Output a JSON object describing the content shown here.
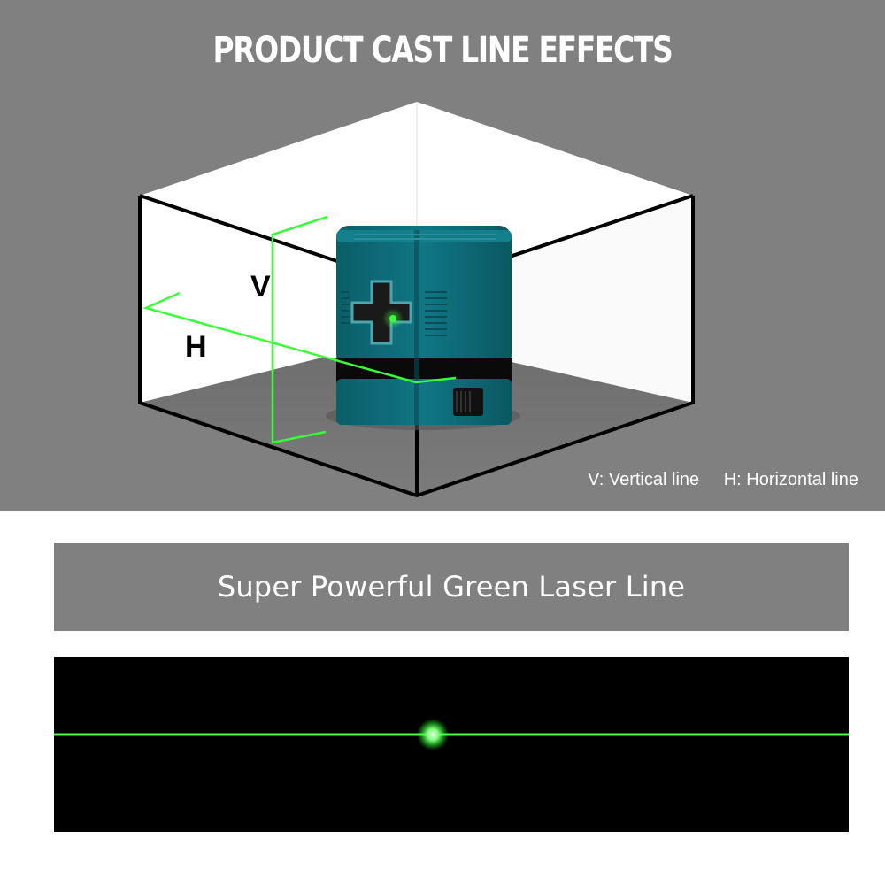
{
  "title": "PRODUCT CAST LINE EFFECTS",
  "labels": {
    "v": "V",
    "h": "H"
  },
  "legend": {
    "vertical": "V: Vertical line",
    "horizontal": "H: Horizontal line"
  },
  "banner": "Super Powerful Green Laser Line",
  "colors": {
    "background_gray": "#808080",
    "laser_green": "#39ff39",
    "device_teal": "#0d6e78",
    "box_outline": "#000000"
  },
  "icons": [
    "laser-level-device",
    "cross-window-icon",
    "laser-dot-icon"
  ]
}
